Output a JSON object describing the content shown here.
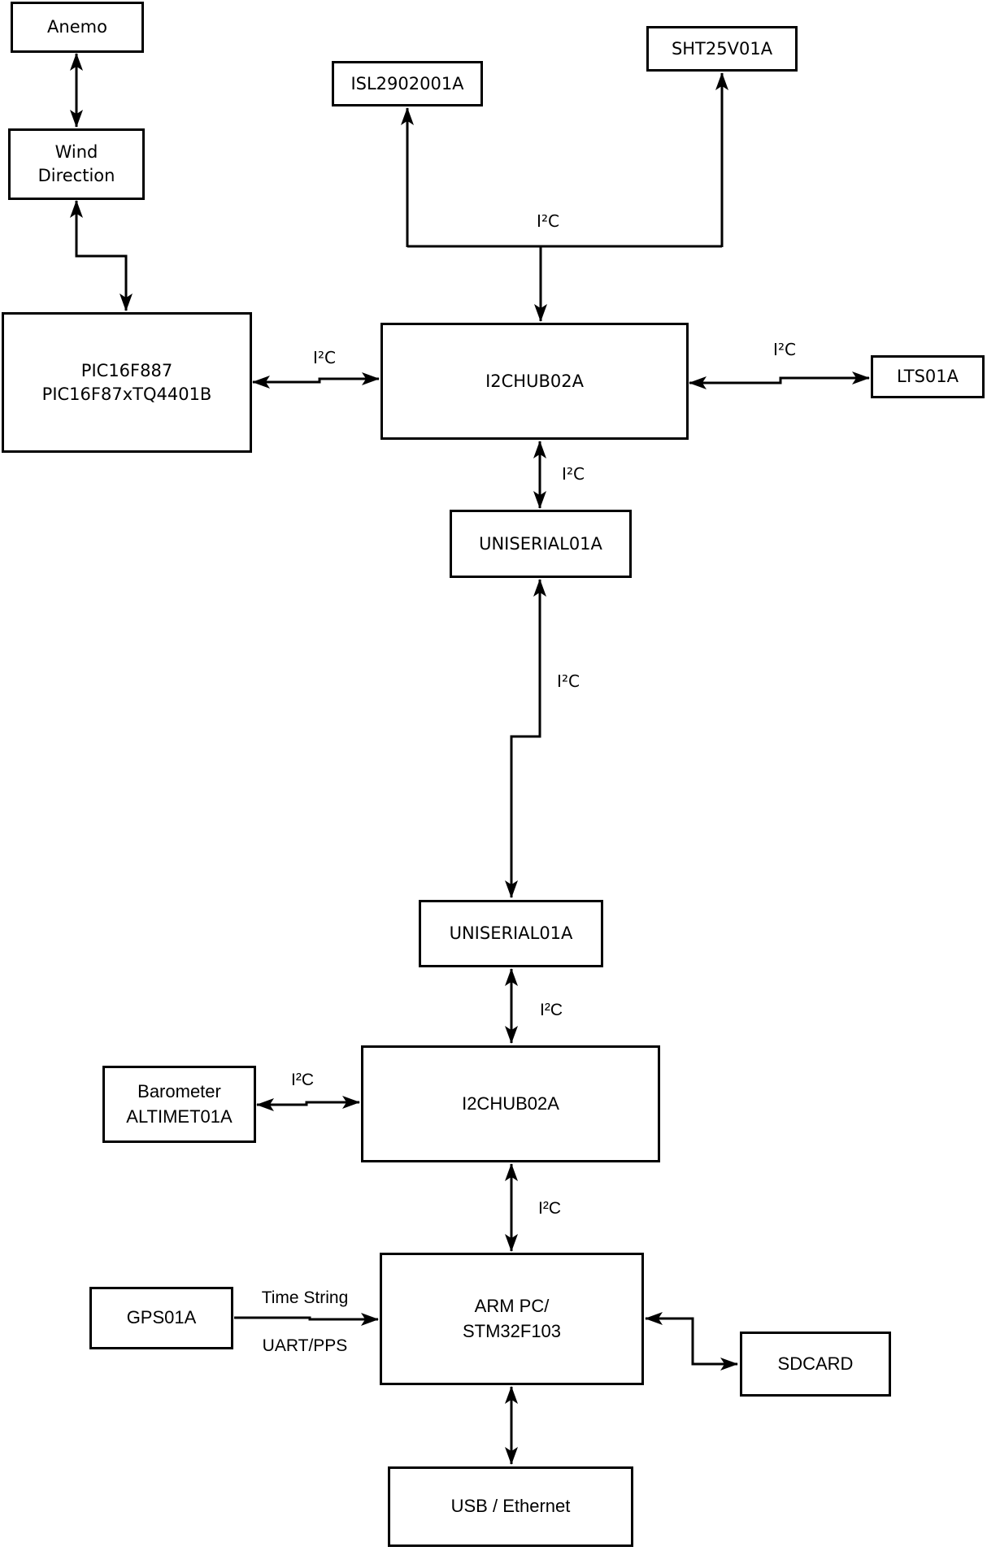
{
  "diagram": {
    "background_color": "#ffffff",
    "line_color": "#000000",
    "boxes": {
      "anemo": {
        "label": "Anemo"
      },
      "wind_direction": {
        "line1": "Wind",
        "line2": "Direction"
      },
      "pic": {
        "line1": "PIC16F887",
        "line2": "PIC16F87xTQ4401B"
      },
      "isl": {
        "label": "ISL2902001A"
      },
      "sht": {
        "label": "SHT25V01A"
      },
      "i2c_hub_top": {
        "label": "I2CHUB02A"
      },
      "lts": {
        "label": "LTS01A"
      },
      "uniserial_top": {
        "label": "UNISERIAL01A"
      },
      "uniserial_bottom": {
        "label": "UNISERIAL01A"
      },
      "i2c_hub_bottom": {
        "label": "I2CHUB02A"
      },
      "barometer": {
        "line1": "Barometer",
        "line2": "ALTIMET01A"
      },
      "gps": {
        "label": "GPS01A"
      },
      "arm": {
        "line1": "ARM PC/",
        "line2": "STM32F103"
      },
      "sdcard": {
        "label": "SDCARD"
      },
      "usb": {
        "label": "USB / Ethernet"
      }
    },
    "edge_labels": {
      "i2c": "I²C",
      "time_string": "Time String",
      "uart_pps": "UART/PPS"
    }
  }
}
